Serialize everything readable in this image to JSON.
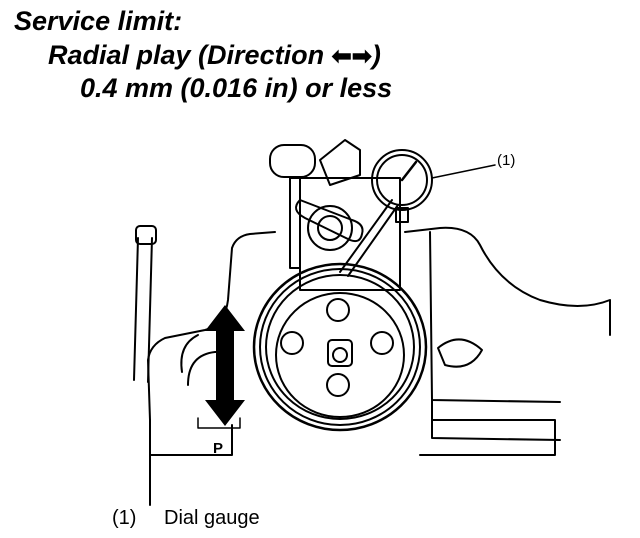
{
  "heading": {
    "line1": "Service limit:",
    "line2_prefix": "Radial play (Direction",
    "line2_suffix": ")",
    "line3": "0.4 mm (0.016 in) or less",
    "direction_icons": [
      "arrow-left-icon",
      "arrow-right-icon"
    ]
  },
  "figure": {
    "callout_1": "(1)",
    "p_label": "P"
  },
  "legend": {
    "number": "(1)",
    "text": "Dial gauge"
  }
}
